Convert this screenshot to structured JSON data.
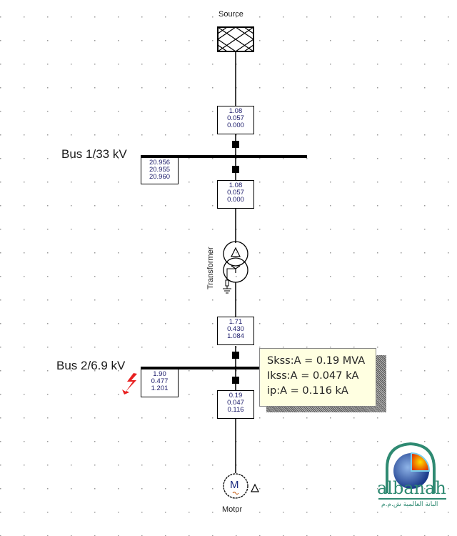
{
  "source": {
    "label": "Source"
  },
  "bus1": {
    "label": "Bus 1/33 kV",
    "results": [
      "20.956",
      "20.955",
      "20.960"
    ]
  },
  "source_feeder_results": [
    "1.08",
    "0.057",
    "0.000"
  ],
  "transformer_hv_results": [
    "1.08",
    "0.057",
    "0.000"
  ],
  "transformer": {
    "label": "Transformer"
  },
  "transformer_lv_results": [
    "1.71",
    "0.430",
    "1.084"
  ],
  "bus2": {
    "label": "Bus 2/6.9 kV",
    "results": [
      "1.90",
      "0.477",
      "1.201"
    ]
  },
  "motor_feeder_results": [
    "0.19",
    "0.047",
    "0.116"
  ],
  "motor": {
    "label": "Motor",
    "symbol": "M"
  },
  "tooltip": {
    "lines": [
      "Skss:A = 0.19 MVA",
      "Ikss:A = 0.047 kA",
      "ip:A = 0.116 kA"
    ]
  },
  "logo": {
    "name": "albanah",
    "subtitle": "البانة العالمية ش.م.م"
  },
  "colors": {
    "fault_marker": "#e82020",
    "logo_green": "#2f8a72",
    "tooltip_bg": "#ffffe1"
  }
}
